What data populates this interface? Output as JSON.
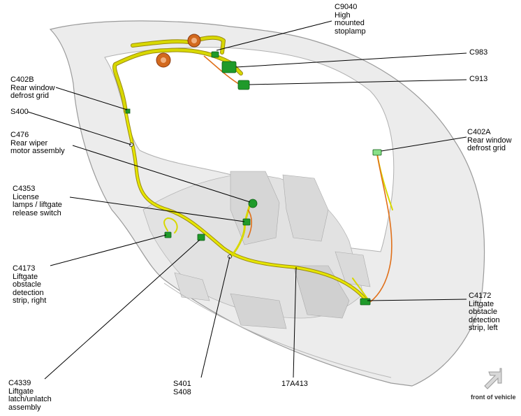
{
  "callouts": {
    "c9040": [
      "C9040",
      "High",
      "mounted",
      "stoplamp"
    ],
    "c983": [
      "C983"
    ],
    "c913": [
      "C913"
    ],
    "c402b": [
      "C402B",
      "Rear window",
      "defrost grid"
    ],
    "s400": [
      "S400"
    ],
    "c476": [
      "C476",
      "Rear wiper",
      "motor assembly"
    ],
    "c402a": [
      "C402A",
      "Rear window",
      "defrost grid"
    ],
    "c4353": [
      "C4353",
      "License",
      "lamps / liftgate",
      "release switch"
    ],
    "c4173": [
      "C4173",
      "Liftgate",
      "obstacle",
      "detection",
      "strip, right"
    ],
    "c4172": [
      "C4172",
      "Liftgate",
      "obstacle",
      "detection",
      "strip, left"
    ],
    "c4339": [
      "C4339",
      "Liftgate",
      "latch/unlatch",
      "assembly"
    ],
    "s401": [
      "S401",
      "S408"
    ],
    "harness": [
      "17A413"
    ]
  },
  "orientation_note": "front of vehicle",
  "colors": {
    "liftgate_fill": "#ececec",
    "liftgate_edge": "#9a9a9a",
    "harness": "#d8d800",
    "harness_dark": "#9a8a10",
    "connector": "#1f9a2a",
    "grommet": "#d2691e",
    "orange_wire": "#e0701a"
  }
}
